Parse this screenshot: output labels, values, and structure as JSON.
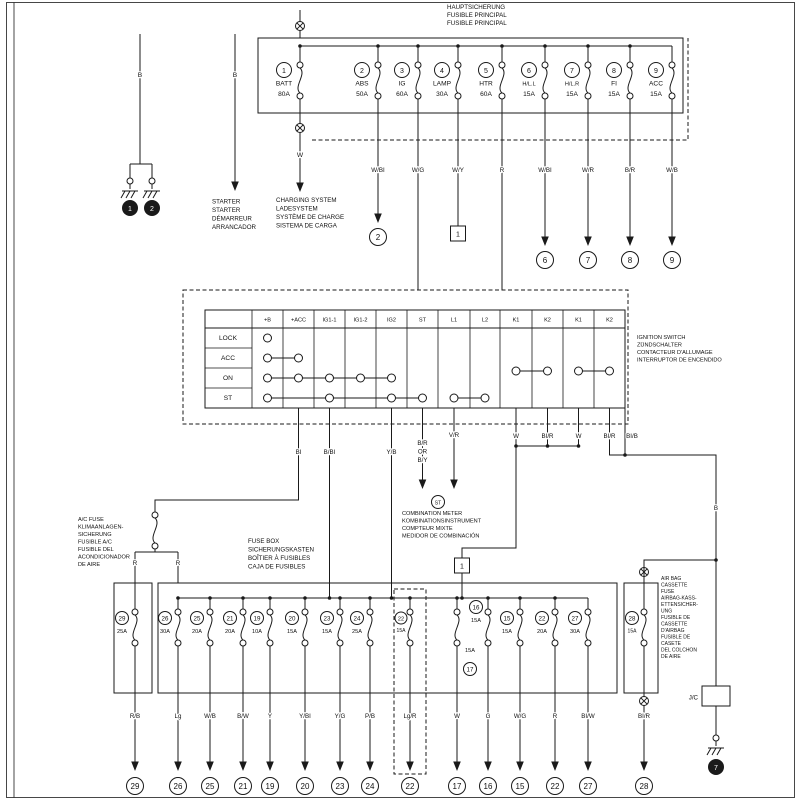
{
  "main_fuse": {
    "title": [
      "HAUPTSICHERUNG",
      "FUSIBLE PRINCIPAL",
      "FUSIBLE PRINCIPAL"
    ],
    "fuses": [
      {
        "num": "1",
        "name": "BATT",
        "amps": "80A"
      },
      {
        "num": "2",
        "name": "ABS",
        "amps": "50A"
      },
      {
        "num": "3",
        "name": "IG",
        "amps": "60A"
      },
      {
        "num": "4",
        "name": "LAMP",
        "amps": "30A"
      },
      {
        "num": "5",
        "name": "HTR",
        "amps": "60A"
      },
      {
        "num": "6",
        "name": "H/L.L",
        "amps": "15A"
      },
      {
        "num": "7",
        "name": "H/L.R",
        "amps": "15A"
      },
      {
        "num": "8",
        "name": "FI",
        "amps": "15A"
      },
      {
        "num": "9",
        "name": "ACC",
        "amps": "15A"
      }
    ],
    "feed_wire": "W",
    "ground_wire": "B",
    "starter_wire": "B",
    "output_wires": [
      "W/BI",
      "W/G",
      "W/Y",
      "R",
      "W/BI",
      "W/R",
      "B/R",
      "W/B"
    ],
    "connector": "1"
  },
  "grounds": {
    "e1": "1",
    "e2": "2",
    "e7": "7"
  },
  "labels": {
    "starter": [
      "STARTER",
      "STARTER",
      "DÉMARREUR",
      "ARRANCADOR"
    ],
    "charging": [
      "CHARGING SYSTEM",
      "LADESYSTEM",
      "SYSTÈME DE CHARGE",
      "SISTEMA DE CARGA"
    ],
    "ignition": [
      "IGNITION SWITCH",
      "ZÜNDSCHALTER",
      "CONTACTEUR D'ALLUMAGE",
      "INTERRUPTOR DE ENCENDIDO"
    ],
    "combination_meter": [
      "COMBINATION METER",
      "KOMBINATIONSINSTRUMENT",
      "COMPTEUR MIXTE",
      "MEDIDOR DE COMBINACIÓN"
    ],
    "ac_fuse": [
      "A/C FUSE",
      "KLIMAANLAGEN-",
      "SICHERUNG",
      "FUSIBLE A/C",
      "FUSIBLE DEL",
      "ACONDICIONADOR",
      "DE AIRE"
    ],
    "fuse_box": [
      "FUSE BOX",
      "SICHERUNGSKASTEN",
      "BOÎTIER À FUSIBLES",
      "CAJA DE FUSIBLES"
    ],
    "airbag": [
      "AIR BAG",
      "CASSETTE",
      "FUSE",
      "AIRBAG-KASS-",
      "ETTENSICHER-",
      "UNG",
      "FUSIBLE DE",
      "CASSETTE",
      "D'AIRBAG",
      "FUSIBLE DE",
      "CASETE",
      "DEL COLCHON",
      "DE AIRE"
    ],
    "jc": "J/C"
  },
  "ignition_switch": {
    "columns": [
      "+B",
      "+ACC",
      "IG1-1",
      "IG1-2",
      "IG2",
      "ST",
      "L1",
      "L2",
      "K1",
      "K2",
      "K1",
      "K2"
    ],
    "rows": [
      "LOCK",
      "ACC",
      "ON",
      "ST"
    ],
    "contacts": {
      "LOCK": [
        "+B"
      ],
      "ACC": [
        "+B",
        "+ACC"
      ],
      "ON": [
        "+B",
        "+ACC",
        "IG1-1",
        "IG1-2",
        "IG2",
        "K1-K2",
        "K1-K2"
      ],
      "ST": [
        "+B",
        "IG1-1",
        "IG2",
        "ST",
        "L1",
        "L2"
      ]
    },
    "output_wires": [
      "BI",
      "B/BI",
      "Y/B",
      "B/R",
      "OR",
      "B/Y",
      "V/R",
      "W",
      "BI/R",
      "W",
      "BI/R",
      "BI/B"
    ],
    "right_wire": "B",
    "st_ref": "ST"
  },
  "ac_fuse_wires": [
    "R",
    "R"
  ],
  "fuse_box": {
    "connector": "1",
    "fuses": [
      {
        "num": "29",
        "amps": "25A",
        "wire": "R/B"
      },
      {
        "num": "26",
        "amps": "30A",
        "wire": "Lg"
      },
      {
        "num": "25",
        "amps": "20A",
        "wire": "W/B"
      },
      {
        "num": "21",
        "amps": "20A",
        "wire": "B/W"
      },
      {
        "num": "19",
        "amps": "10A",
        "wire": "Y"
      },
      {
        "num": "20",
        "amps": "15A",
        "wire": "Y/BI"
      },
      {
        "num": "23",
        "amps": "15A",
        "wire": "Y/G"
      },
      {
        "num": "24",
        "amps": "25A",
        "wire": "P/B"
      },
      {
        "num": "22",
        "amps": "15A",
        "wire": "Lg/R"
      },
      {
        "num": "17",
        "amps": "15A",
        "wire": "W"
      },
      {
        "num": "16",
        "amps": "15A",
        "wire": "G"
      },
      {
        "num": "15",
        "amps": "15A",
        "wire": "W/G"
      },
      {
        "num": "22",
        "amps": "20A",
        "wire": "R"
      },
      {
        "num": "27",
        "amps": "30A",
        "wire": "BI/W"
      },
      {
        "num": "28",
        "amps": "15A",
        "wire": "BI/R"
      }
    ]
  }
}
